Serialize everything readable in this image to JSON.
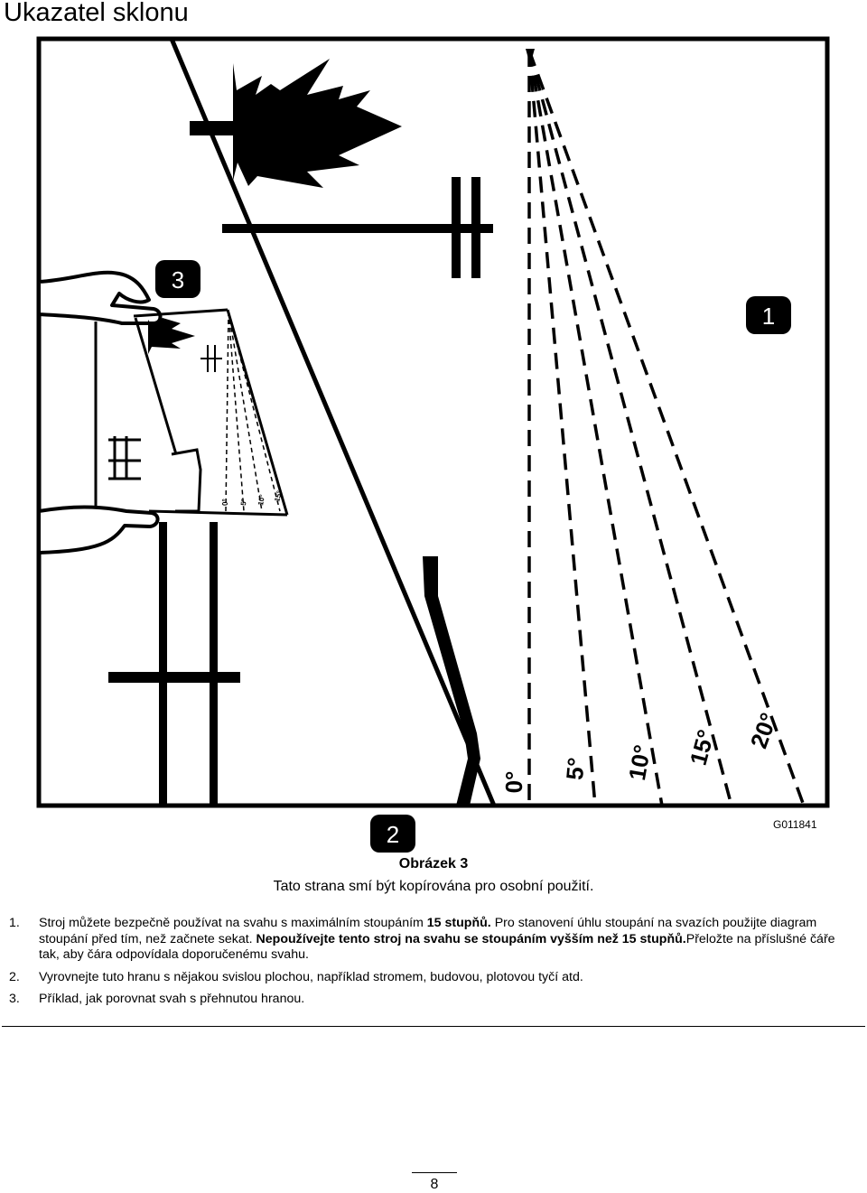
{
  "page_title": "Ukazatel sklonu",
  "figure": {
    "code": "G011841",
    "callouts": [
      "1",
      "2",
      "3"
    ],
    "angle_labels": [
      "0°",
      "5°",
      "10°",
      "15°",
      "20°"
    ],
    "small_angle_labels": [
      "0°",
      "5°",
      "10°",
      "15°"
    ],
    "icons": [
      "tree-icon",
      "pole-icon",
      "hand-icon",
      "building-icon"
    ]
  },
  "caption": {
    "figure_label": "Obrázek 3",
    "note": "Tato strana smí být kopírována pro osobní použití."
  },
  "items": [
    {
      "num": "1.",
      "text_a": "Stroj můžete bezpečně používat na svahu s maximálním stoupáním ",
      "bold_a": "15 stupňů.",
      "text_b": " Pro stanovení úhlu stoupání na svazích použijte diagram stoupání před tím, než začnete sekat. ",
      "bold_b": "Nepoužívejte tento stroj na svahu se stoupáním vyšším než 15 stupňů.",
      "text_c": "Přeložte na příslušné čáře tak, aby čára odpovídala doporučenému svahu."
    },
    {
      "num": "2.",
      "text": "Vyrovnejte tuto hranu s nějakou svislou plochou, například stromem, budovou, plotovou tyčí atd."
    },
    {
      "num": "3.",
      "text": "Příklad, jak porovnat svah s přehnutou hranou."
    }
  ],
  "page_number": "8"
}
